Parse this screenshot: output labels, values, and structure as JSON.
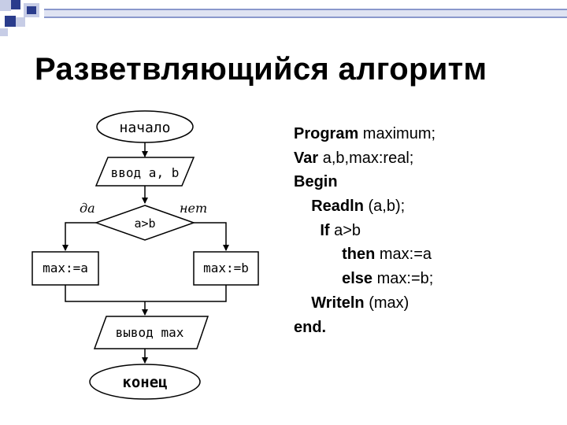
{
  "slide": {
    "title": "Разветвляющийся алгоритм",
    "accent_colors": {
      "square_dark": "#2a3c8c",
      "square_light": "#c7cde6",
      "top_line": "#7080c0"
    }
  },
  "flowchart": {
    "start": "начало",
    "input": "ввод a, b",
    "condition": "a>b",
    "yes": "да",
    "no": "нет",
    "left_branch": "max:=a",
    "right_branch": "max:=b",
    "output": "вывод max",
    "end": "конец"
  },
  "code": [
    {
      "kw": "Program",
      "rest": " maximum;",
      "indent": ""
    },
    {
      "kw": "Var",
      "rest": " a,b,max:real;",
      "indent": ""
    },
    {
      "kw": "Begin",
      "rest": "",
      "indent": ""
    },
    {
      "kw": "Readln",
      "rest": " (a,b);",
      "indent": "    "
    },
    {
      "kw": "If",
      "rest": " a>b",
      "indent": "      "
    },
    {
      "kw": "then",
      "rest": " max:=a",
      "indent": "           "
    },
    {
      "kw": "else",
      "rest": " max:=b;",
      "indent": "           "
    },
    {
      "kw": "Writeln",
      "rest": " (max)",
      "indent": "    "
    },
    {
      "kw": "end.",
      "rest": "",
      "indent": ""
    }
  ]
}
